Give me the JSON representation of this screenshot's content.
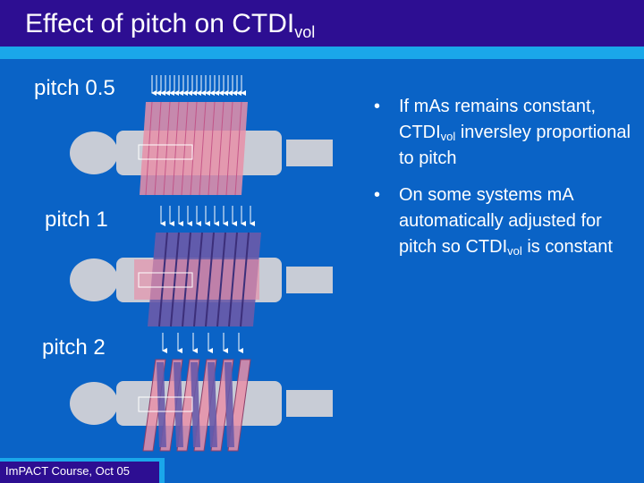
{
  "slide": {
    "title_main": "Effect of pitch on CTDI",
    "title_sub": "vol",
    "footer": "ImPACT Course, Oct 05"
  },
  "pitches": [
    {
      "label": "pitch 0.5"
    },
    {
      "label": "pitch 1"
    },
    {
      "label": "pitch 2"
    }
  ],
  "bullets": [
    {
      "mark": "•",
      "t1": "If mAs remains constant, CTDI",
      "sub": "vol",
      "t2": " inversley proportional to pitch"
    },
    {
      "mark": "•",
      "t1": "On some systems mA automatically adjusted for pitch so CTDI",
      "sub": "vol",
      "t2": " is constant"
    }
  ],
  "colors": {
    "background": "#0a63c6",
    "title_bar": "#2d0e92",
    "accent_stripe": "#1aa7ea",
    "patient": "#c8ccd6",
    "beam_red": "#e88fa8",
    "beam_purple": "#6a5aa8"
  }
}
